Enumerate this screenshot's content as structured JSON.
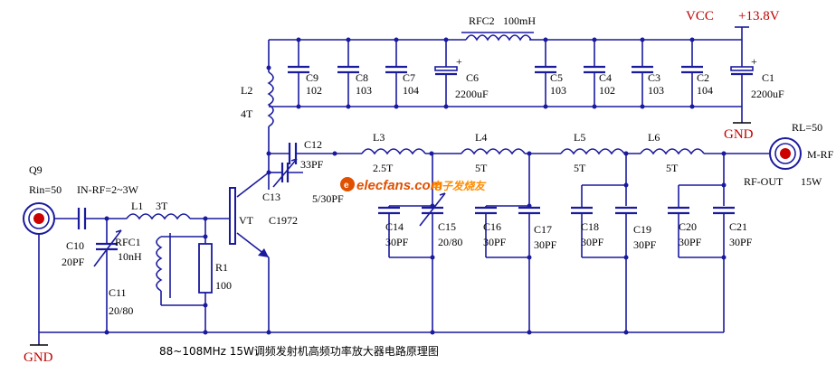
{
  "power": {
    "vcc_label": "VCC",
    "voltage_label": "+13.8V",
    "gnd_label": "GND",
    "rfc2_label": "RFC2",
    "rfc2_value": "100mH"
  },
  "supply_caps": [
    {
      "name": "C9",
      "value": "102"
    },
    {
      "name": "C8",
      "value": "103"
    },
    {
      "name": "C7",
      "value": "104"
    },
    {
      "name": "C6",
      "value": "2200uF"
    },
    {
      "name": "C5",
      "value": "103"
    },
    {
      "name": "C4",
      "value": "102"
    },
    {
      "name": "C3",
      "value": "103"
    },
    {
      "name": "C2",
      "value": "104"
    },
    {
      "name": "C1",
      "value": "2200uF"
    }
  ],
  "collector": {
    "l2_label": "L2",
    "l2_turns": "4T",
    "c12_label": "C12",
    "c12_value": "33PF",
    "c13_label": "C13",
    "c13_value": "5/30PF"
  },
  "filter": {
    "inductors": [
      {
        "name": "L3",
        "value": "2.5T"
      },
      {
        "name": "L4",
        "value": "5T"
      },
      {
        "name": "L5",
        "value": "5T"
      },
      {
        "name": "L6",
        "value": "5T"
      }
    ],
    "caps": [
      {
        "name": "C14",
        "value": "30PF"
      },
      {
        "name": "C15",
        "value": "20/80"
      },
      {
        "name": "C16",
        "value": "30PF"
      },
      {
        "name": "C17",
        "value": "30PF"
      },
      {
        "name": "C18",
        "value": "30PF"
      },
      {
        "name": "C19",
        "value": "30PF"
      },
      {
        "name": "C20",
        "value": "30PF"
      },
      {
        "name": "C21",
        "value": "30PF"
      }
    ]
  },
  "output": {
    "rl_label": "RL=50",
    "connector_label": "M-RF",
    "rf_out_label": "RF-OUT",
    "power_label": "15W"
  },
  "input": {
    "q9_label": "Q9",
    "rin_label": "Rin=50",
    "in_rf_label": "IN-RF=2~3W",
    "c10_label": "C10",
    "c10_value": "20PF",
    "l1_label": "L1",
    "l1_turns": "3T",
    "rfc1_label": "RFC1",
    "rfc1_value": "10nH",
    "c11_label": "C11",
    "c11_value": "20/80",
    "r1_label": "R1",
    "r1_value": "100",
    "gnd_label": "GND"
  },
  "transistor": {
    "ref_label": "VT",
    "part_label": "C1972"
  },
  "watermark": {
    "site": "elecfans.com",
    "site_cn": "电子发烧友"
  },
  "caption": "88~108MHz   15W调频发射机高频功率放大器电路原理图"
}
